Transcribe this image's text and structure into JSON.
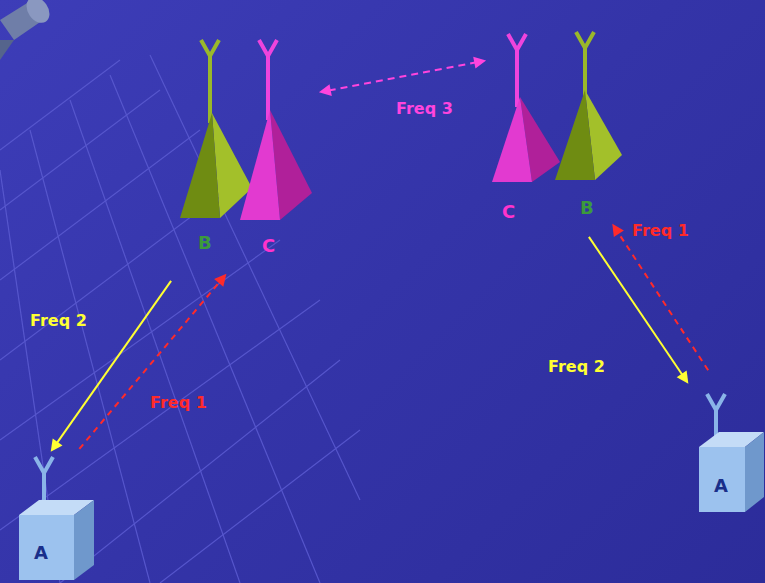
{
  "diagram": {
    "nodes": [
      {
        "text": [
          "B"
        ]
      },
      {
        "text": [
          "C"
        ]
      },
      {
        "text": [
          "C"
        ]
      },
      {
        "text": [
          "B"
        ]
      },
      {
        "text": [
          "A"
        ]
      },
      {
        "text": [
          "A"
        ]
      }
    ],
    "edges": [
      {
        "from": 0,
        "to": 4,
        "arrow": "to",
        "label": "Freq 2"
      },
      {
        "from": 4,
        "to": 1,
        "arrow": "to",
        "label": "Freq 1"
      },
      {
        "from": 1,
        "to": 2,
        "arrow": "both",
        "label": "Freq 3"
      },
      {
        "from": 3,
        "to": 5,
        "arrow": "to",
        "label": "Freq 2"
      },
      {
        "from": 5,
        "to": 3,
        "arrow": "to",
        "label": "Freq 1"
      }
    ]
  }
}
